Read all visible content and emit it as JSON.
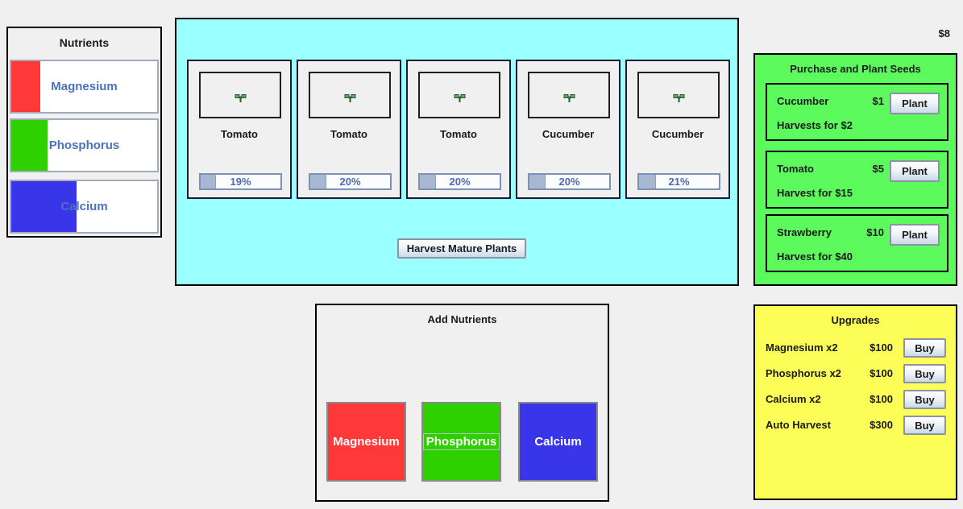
{
  "money_label": "$8",
  "nutrients_panel": {
    "title": "Nutrients",
    "bars": [
      {
        "label": "Magnesium",
        "percent": 20,
        "color": "#ff3838"
      },
      {
        "label": "Phosphorus",
        "percent": 25,
        "color": "#2fd000"
      },
      {
        "label": "Calcium",
        "percent": 45,
        "color": "#3836e8"
      }
    ]
  },
  "plants_panel": {
    "harvest_button_label": "Harvest Mature Plants",
    "plants": [
      {
        "name": "Tomato",
        "progress_label": "19%",
        "percent": 19
      },
      {
        "name": "Tomato",
        "progress_label": "20%",
        "percent": 20
      },
      {
        "name": "Tomato",
        "progress_label": "20%",
        "percent": 20
      },
      {
        "name": "Cucumber",
        "progress_label": "20%",
        "percent": 20
      },
      {
        "name": "Cucumber",
        "progress_label": "21%",
        "percent": 21
      }
    ]
  },
  "seed_shop": {
    "title": "Purchase and Plant Seeds",
    "plant_button_label": "Plant",
    "items": [
      {
        "name": "Cucumber",
        "price": "$1",
        "note": "Harvests for $2"
      },
      {
        "name": "Tomato",
        "price": "$5",
        "note": "Harvest for $15"
      },
      {
        "name": "Strawberry",
        "price": "$10",
        "note": "Harvest for $40"
      }
    ]
  },
  "add_nutrients_panel": {
    "title": "Add Nutrients",
    "buttons": [
      {
        "label": "Magnesium",
        "color": "#ff3838"
      },
      {
        "label": "Phosphorus",
        "color": "#2fd000"
      },
      {
        "label": "Calcium",
        "color": "#3836e8"
      }
    ]
  },
  "upgrades_panel": {
    "title": "Upgrades",
    "buy_button_label": "Buy",
    "items": [
      {
        "name": "Magnesium x2",
        "price": "$100"
      },
      {
        "name": "Phosphorus x2",
        "price": "$100"
      },
      {
        "name": "Calcium x2",
        "price": "$100"
      },
      {
        "name": "Auto Harvest",
        "price": "$300"
      }
    ]
  }
}
